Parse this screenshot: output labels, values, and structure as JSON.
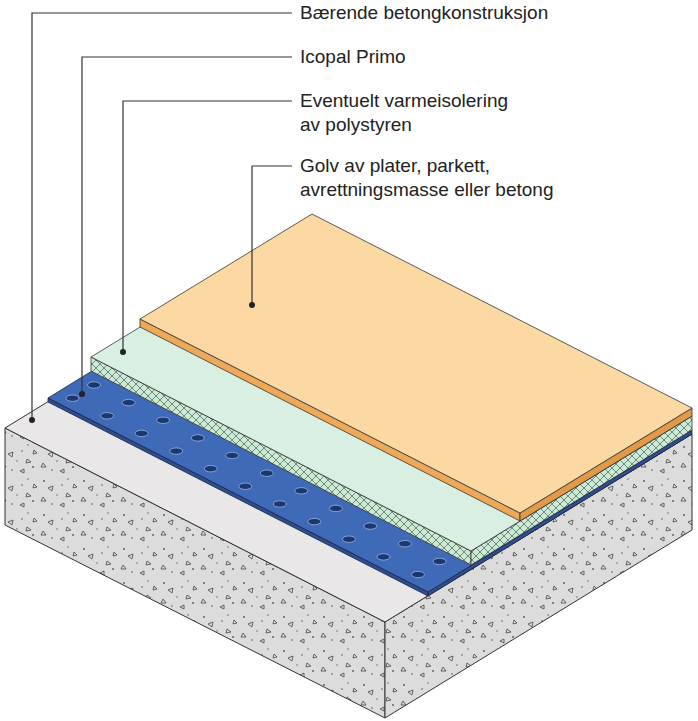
{
  "diagram": {
    "labels": [
      "Bærende betongkonstruksjon",
      "Icopal Primo",
      "Eventuelt varmeisolering av polystyren",
      "Golv av plater, parkett, avrettningsmasse eller betong"
    ]
  }
}
